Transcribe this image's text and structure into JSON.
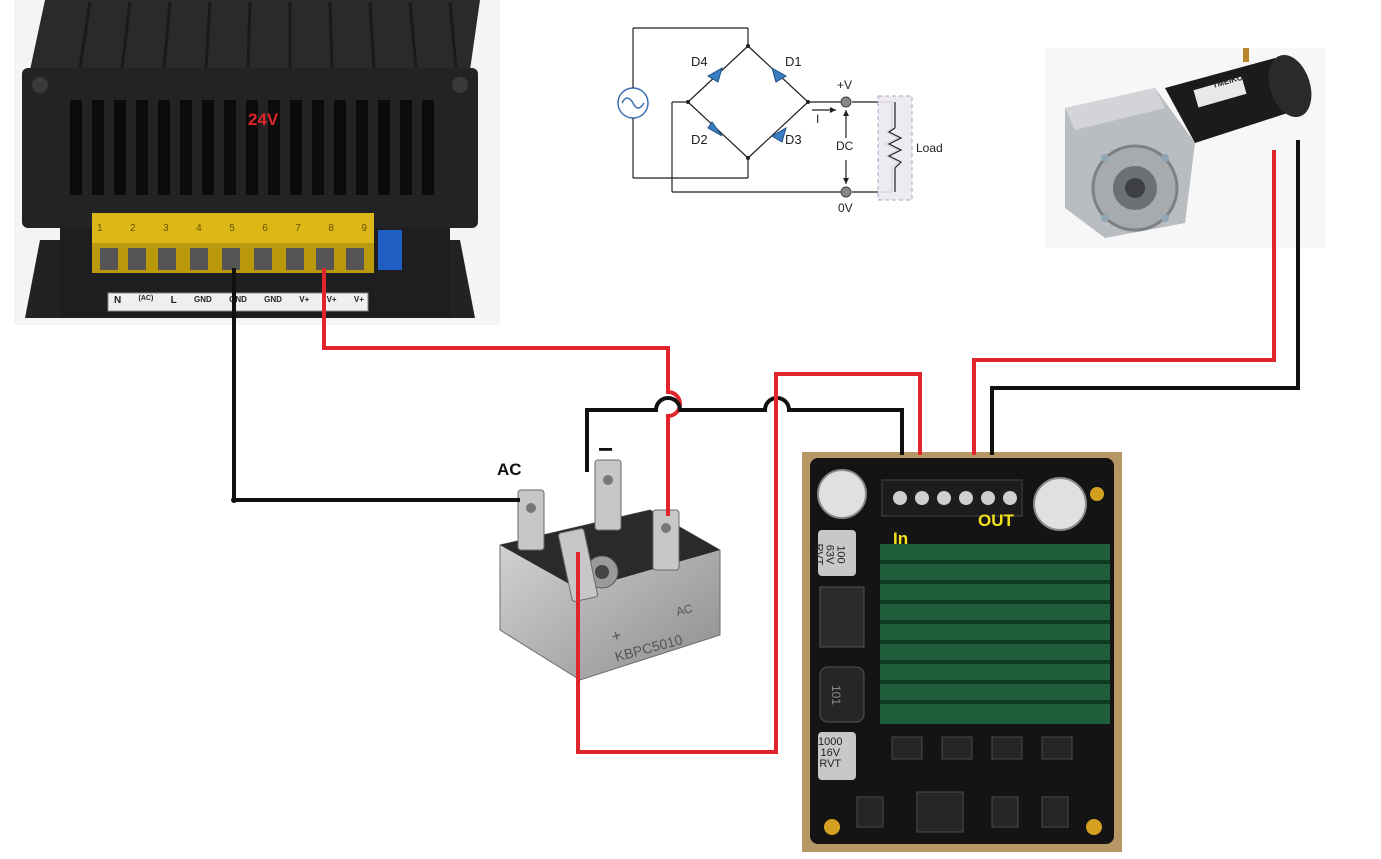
{
  "psu": {
    "voltage_label": "24V",
    "terminals": [
      "1",
      "2",
      "3",
      "4",
      "5",
      "6",
      "7",
      "8",
      "9"
    ],
    "terminal_legend": [
      "N",
      "(AC)",
      "L",
      "GND",
      "GND",
      "GND",
      "V+",
      "V+",
      "V+"
    ]
  },
  "schematic": {
    "diodes": [
      "D4",
      "D1",
      "D2",
      "D3"
    ],
    "pos_label": "+V",
    "neg_label": "0V",
    "current_label": "I",
    "dc_label": "DC",
    "load_label": "Load"
  },
  "bridge": {
    "ac_label": "AC",
    "neg_symbol": "−",
    "marking": "KBPC5010",
    "plus_symbol": "+",
    "ac_mark": "AC"
  },
  "driver": {
    "in_label": "In",
    "out_label": "OUT",
    "cap1_text": [
      "100",
      "63V",
      "RVT"
    ],
    "cap2_text": [
      "1000",
      "16V",
      "RVT"
    ],
    "inductor_text": "101"
  },
  "motor": {
    "brand_text": "TMEIKOO"
  },
  "colors": {
    "wire_red": "#e0262c",
    "wire_black": "#111111",
    "label_yellow": "#f3e21a"
  }
}
